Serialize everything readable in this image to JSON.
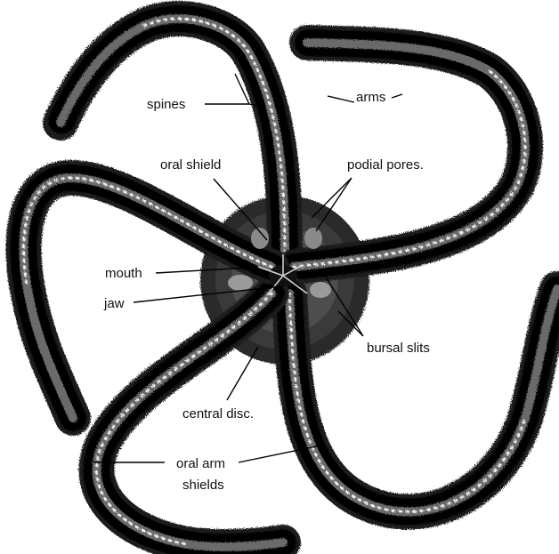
{
  "labels": {
    "spines": "spines",
    "arms": "arms",
    "oral_shield": "oral shield",
    "podial_pores": "podial pores.",
    "mouth": "mouth",
    "jaw": "jaw",
    "bursal_slits": "bursal slits",
    "central_disc": "central disc.",
    "oral_arm_shields_line1": "oral arm",
    "oral_arm_shields_line2": "shields"
  },
  "colors": {
    "ink": "#1c1c1c",
    "disc": "#2a2a2a",
    "background": "#ffffff"
  }
}
